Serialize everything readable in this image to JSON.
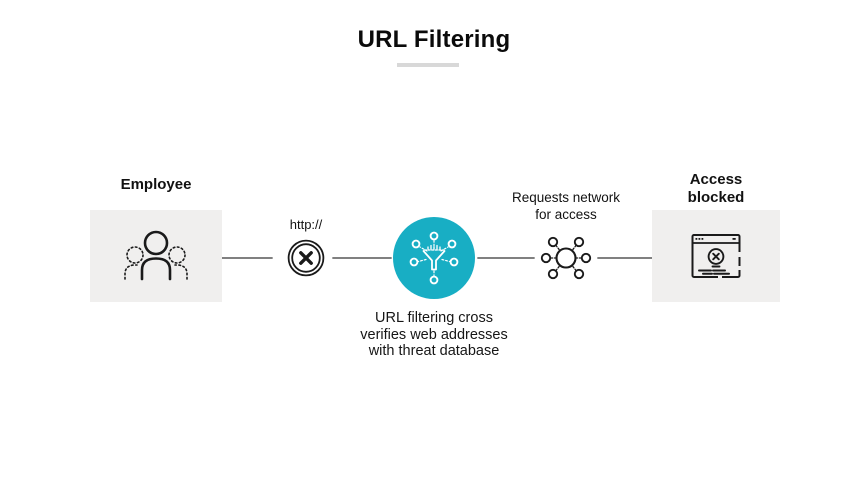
{
  "title": "URL Filtering",
  "colors": {
    "accent_teal": "#18AEC4",
    "box_background": "#F0EFEE",
    "connector_gray": "#6E6E6E",
    "divider_gray": "#D8D8D8",
    "ink": "#121212"
  },
  "flow": {
    "employee": {
      "label": "Employee",
      "icon": "team-people-icon"
    },
    "blocked_url": {
      "label": "http://",
      "icon": "crossed-circle-icon"
    },
    "filter": {
      "icon": "funnel-network-icon",
      "caption_lines": [
        "URL filtering cross",
        "verifies web addresses",
        "with threat database"
      ]
    },
    "network_request": {
      "label_lines": [
        "Requests network",
        "for access"
      ],
      "icon": "network-nodes-icon"
    },
    "access_blocked": {
      "label_lines": [
        "Access",
        "blocked"
      ],
      "icon": "blocked-browser-icon"
    }
  }
}
